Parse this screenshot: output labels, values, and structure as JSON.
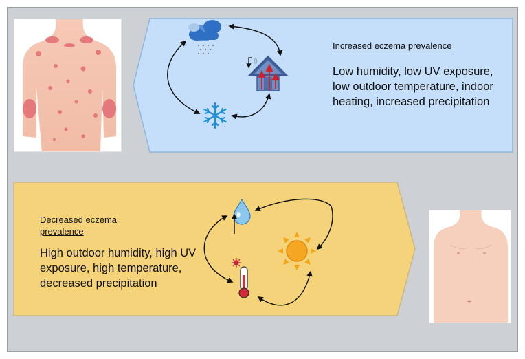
{
  "top_panel": {
    "heading": "Increased eczema prevalence",
    "body": "Low humidity, low UV exposure, low outdoor temperature, indoor heating, increased precipitation",
    "fill": "#c5defa",
    "border": "#8fb6df"
  },
  "bottom_panel": {
    "heading": "Decreased eczema prevalence",
    "body": "High outdoor humidity, high UV exposure, high temperature, decreased precipitation",
    "fill": "#f4d37a",
    "border": "#c9b785"
  },
  "icons": {
    "top": [
      "rain-cloud-icon",
      "heated-house-icon",
      "snowflake-icon"
    ],
    "bottom": [
      "water-drop-icon",
      "sun-icon",
      "thermometer-icon"
    ]
  },
  "colors": {
    "frame": "#cdd0d4",
    "cloud": "#2f6fc4",
    "snowflake": "#1e90d6",
    "sun": "#f2a516",
    "rash": "#e0606a"
  }
}
